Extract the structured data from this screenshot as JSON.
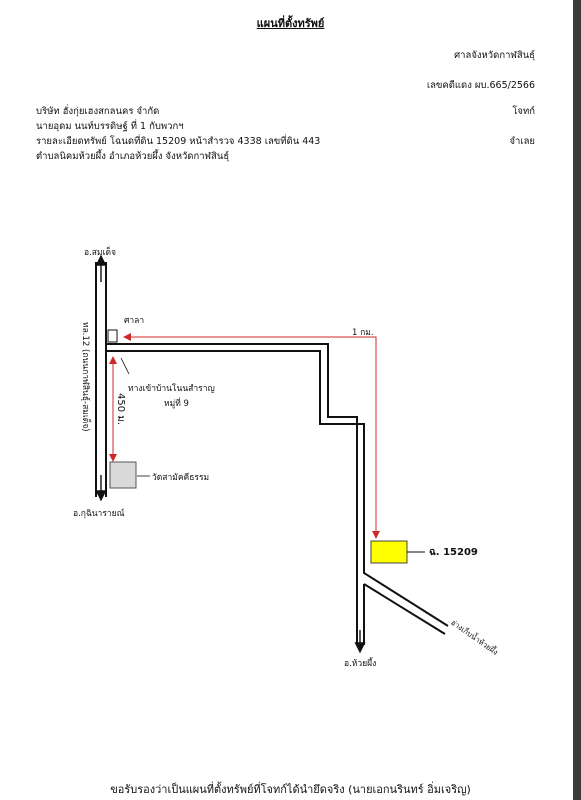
{
  "header": {
    "title": "แผนที่ตั้งทรัพย์",
    "court": "ศาลจังหวัดกาฬสินธุ์",
    "case_no": "เลขคดีแดง ผบ.665/2566"
  },
  "parties": {
    "plaintiff_line1": "บริษัท ฮั่งกุ่ยเฮงสกลนคร จำกัด",
    "plaintiff_role": "โจทก์",
    "defendant_line1": "นายอุดม  นนท์บรรดิษฐ์  ที่ 1 กับพวกฯ",
    "property_line": "รายละเอียดทรัพย์ โฉนดที่ดิน 15209 หน้าสำรวจ 4338 เลขที่ดิน 443",
    "location_line": "ตำบลนิคมห้วยผึ้ง  อำเภอห้วยผึ้ง  จังหวัดกาฬสินธุ์",
    "defendant_role": "จำเลย"
  },
  "map": {
    "to_somdet": "อ.สมเด็จ",
    "highway": "ทล.12 (ถนนกาฬสินธุ์-สมเด็จ)",
    "sala": "ศาลา",
    "distance_1km": "1 กม.",
    "village_entrance_1": "ทางเข้าบ้านโนนสำราญ",
    "village_entrance_2": "หมู่ที่ 9",
    "distance_450m": "450 ม.",
    "temple": "วัดสามัคคีธรรม",
    "to_kuchinarai": "อ.กุฉินารายณ์",
    "plot": "ฉ. 15209",
    "reservoir": "อ่างเก็บน้ำห้วยผึ้ง",
    "to_huaiphueng": "อ.ห้วยผึ้ง",
    "plot_color": "#ffff00",
    "arrow_color": "#cc2a2a"
  },
  "footer": {
    "certify": "ขอรับรองว่าเป็นแผนที่ตั้งทรัพย์ที่โจทก์ได้นำยึดจริง (นายเอกนรินทร์ อิ่มเจริญ)"
  }
}
